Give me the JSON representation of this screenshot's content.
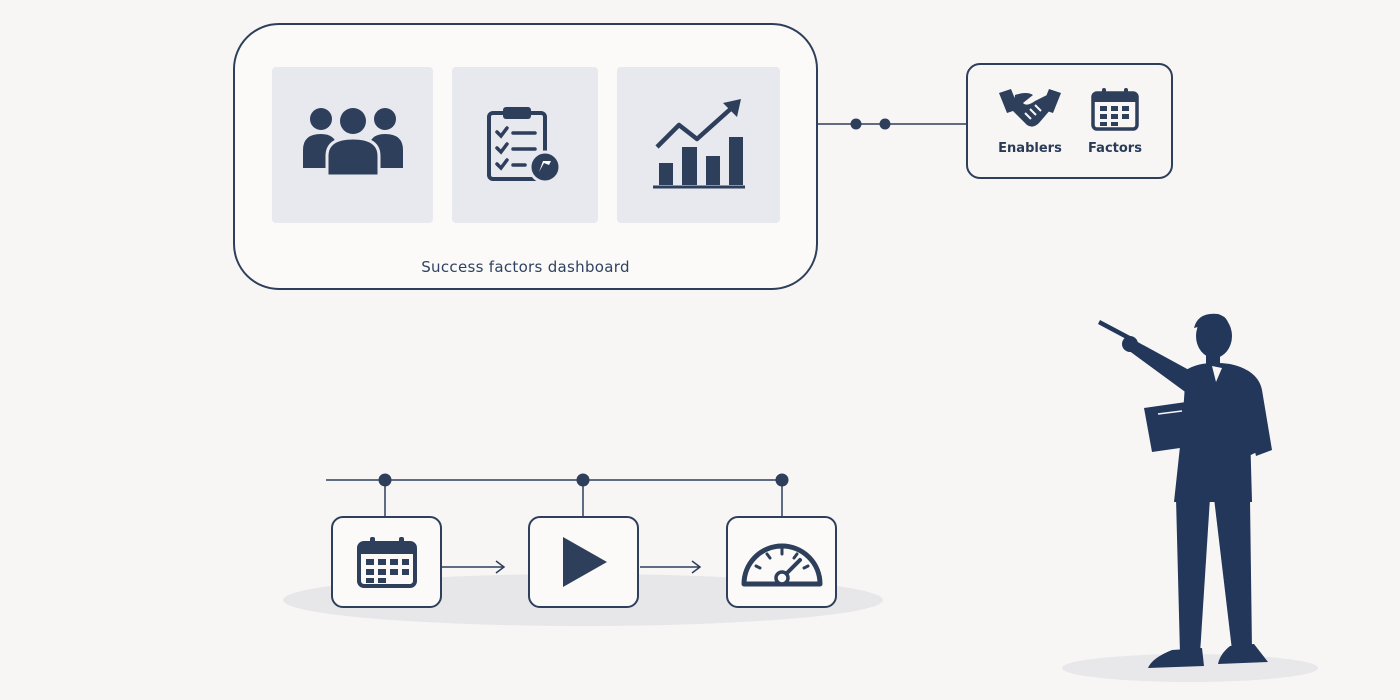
{
  "dashboard": {
    "title": "Success factors dashboard",
    "tiles": [
      {
        "icon": "team-icon"
      },
      {
        "icon": "clipboard-checklist-icon"
      },
      {
        "icon": "growth-chart-icon"
      }
    ]
  },
  "sidebox": {
    "items": [
      {
        "icon": "handshake-icon",
        "label": "Enablers"
      },
      {
        "icon": "calendar-icon",
        "label": "Factors"
      }
    ]
  },
  "process": {
    "steps": [
      {
        "icon": "calendar-icon"
      },
      {
        "icon": "play-icon"
      },
      {
        "icon": "speedometer-icon"
      }
    ]
  },
  "figure": {
    "icon": "presenter-pointing-icon"
  },
  "colors": {
    "primary": "#2d3f5b",
    "background": "#f8f6f5",
    "tile": "#e8e9ee"
  }
}
